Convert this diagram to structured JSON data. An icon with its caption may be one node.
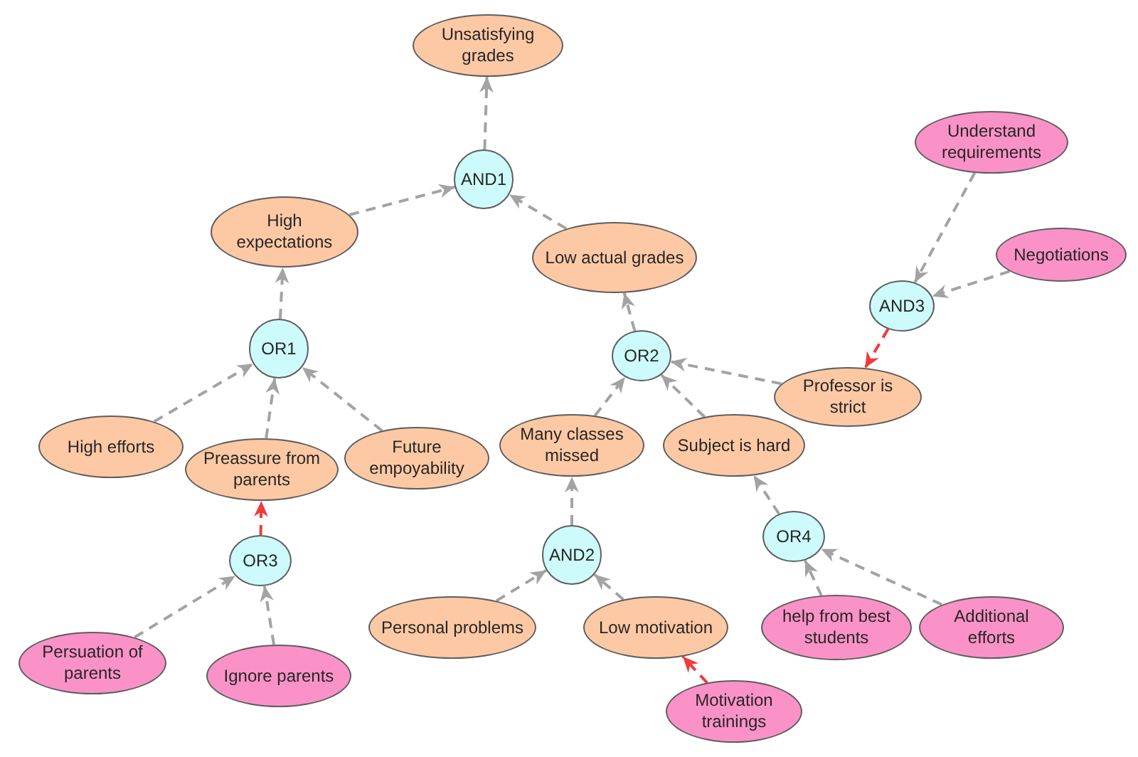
{
  "diagram": {
    "nodes": [
      {
        "text": [
          "Unsatisfying grades"
        ]
      },
      {
        "text": [
          "AND1"
        ]
      },
      {
        "text": [
          "High expectations"
        ]
      },
      {
        "text": [
          "Low actual grades"
        ]
      },
      {
        "text": [
          "Understand requirements"
        ]
      },
      {
        "text": [
          "Negotiations"
        ]
      },
      {
        "text": [
          "AND3"
        ]
      },
      {
        "text": [
          "OR1"
        ]
      },
      {
        "text": [
          "OR2"
        ]
      },
      {
        "text": [
          "Professor is strict"
        ]
      },
      {
        "text": [
          "High efforts"
        ]
      },
      {
        "text": [
          "Preassure from parents"
        ]
      },
      {
        "text": [
          "Future empoyability"
        ]
      },
      {
        "text": [
          "Many classes missed"
        ]
      },
      {
        "text": [
          "Subject is hard"
        ]
      },
      {
        "text": [
          "AND2"
        ]
      },
      {
        "text": [
          "OR4"
        ]
      },
      {
        "text": [
          "OR3"
        ]
      },
      {
        "text": [
          "Personal problems"
        ]
      },
      {
        "text": [
          "Low motivation"
        ]
      },
      {
        "text": [
          "help from best students"
        ]
      },
      {
        "text": [
          "Additional efforts"
        ]
      },
      {
        "text": [
          "Persuation of parents"
        ]
      },
      {
        "text": [
          "Ignore parents"
        ]
      },
      {
        "text": [
          "Motivation trainings"
        ]
      }
    ],
    "edges": [
      {
        "from": 1,
        "to": 0,
        "arrow": "to",
        "style": "dashed"
      },
      {
        "from": 2,
        "to": 1,
        "arrow": "to",
        "style": "dashed"
      },
      {
        "from": 3,
        "to": 1,
        "arrow": "to",
        "style": "dashed"
      },
      {
        "from": 4,
        "to": 6,
        "arrow": "to",
        "style": "dashed"
      },
      {
        "from": 5,
        "to": 6,
        "arrow": "to",
        "style": "dashed"
      },
      {
        "from": 6,
        "to": 9,
        "arrow": "to",
        "style": "dashed",
        "color": "#f23a3a"
      },
      {
        "from": 7,
        "to": 2,
        "arrow": "to",
        "style": "dashed"
      },
      {
        "from": 8,
        "to": 3,
        "arrow": "to",
        "style": "dashed"
      },
      {
        "from": 9,
        "to": 8,
        "arrow": "to",
        "style": "dashed"
      },
      {
        "from": 10,
        "to": 7,
        "arrow": "to",
        "style": "dashed"
      },
      {
        "from": 11,
        "to": 7,
        "arrow": "to",
        "style": "dashed"
      },
      {
        "from": 12,
        "to": 7,
        "arrow": "to",
        "style": "dashed"
      },
      {
        "from": 13,
        "to": 8,
        "arrow": "to",
        "style": "dashed"
      },
      {
        "from": 14,
        "to": 8,
        "arrow": "to",
        "style": "dashed"
      },
      {
        "from": 15,
        "to": 13,
        "arrow": "to",
        "style": "dashed"
      },
      {
        "from": 16,
        "to": 14,
        "arrow": "to",
        "style": "dashed"
      },
      {
        "from": 17,
        "to": 11,
        "arrow": "to",
        "style": "dashed",
        "color": "#f23a3a"
      },
      {
        "from": 18,
        "to": 15,
        "arrow": "to",
        "style": "dashed"
      },
      {
        "from": 19,
        "to": 15,
        "arrow": "to",
        "style": "dashed"
      },
      {
        "from": 20,
        "to": 16,
        "arrow": "to",
        "style": "dashed"
      },
      {
        "from": 21,
        "to": 16,
        "arrow": "to",
        "style": "dashed"
      },
      {
        "from": 22,
        "to": 17,
        "arrow": "to",
        "style": "dashed"
      },
      {
        "from": 23,
        "to": 17,
        "arrow": "to",
        "style": "dashed"
      },
      {
        "from": 24,
        "to": 19,
        "arrow": "to",
        "style": "dashed",
        "color": "#f23a3a"
      }
    ]
  }
}
